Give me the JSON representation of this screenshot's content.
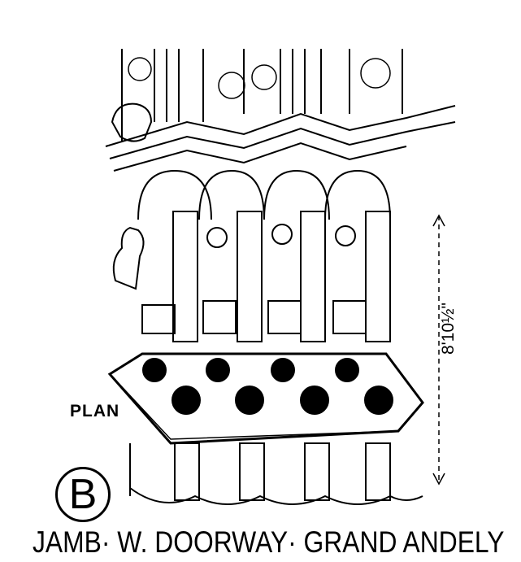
{
  "plan_label": "PLAN",
  "badge_letter": "B",
  "caption": "JAMB· W. DOORWAY· GRAND ANDELY",
  "dimension": "8'10½\""
}
